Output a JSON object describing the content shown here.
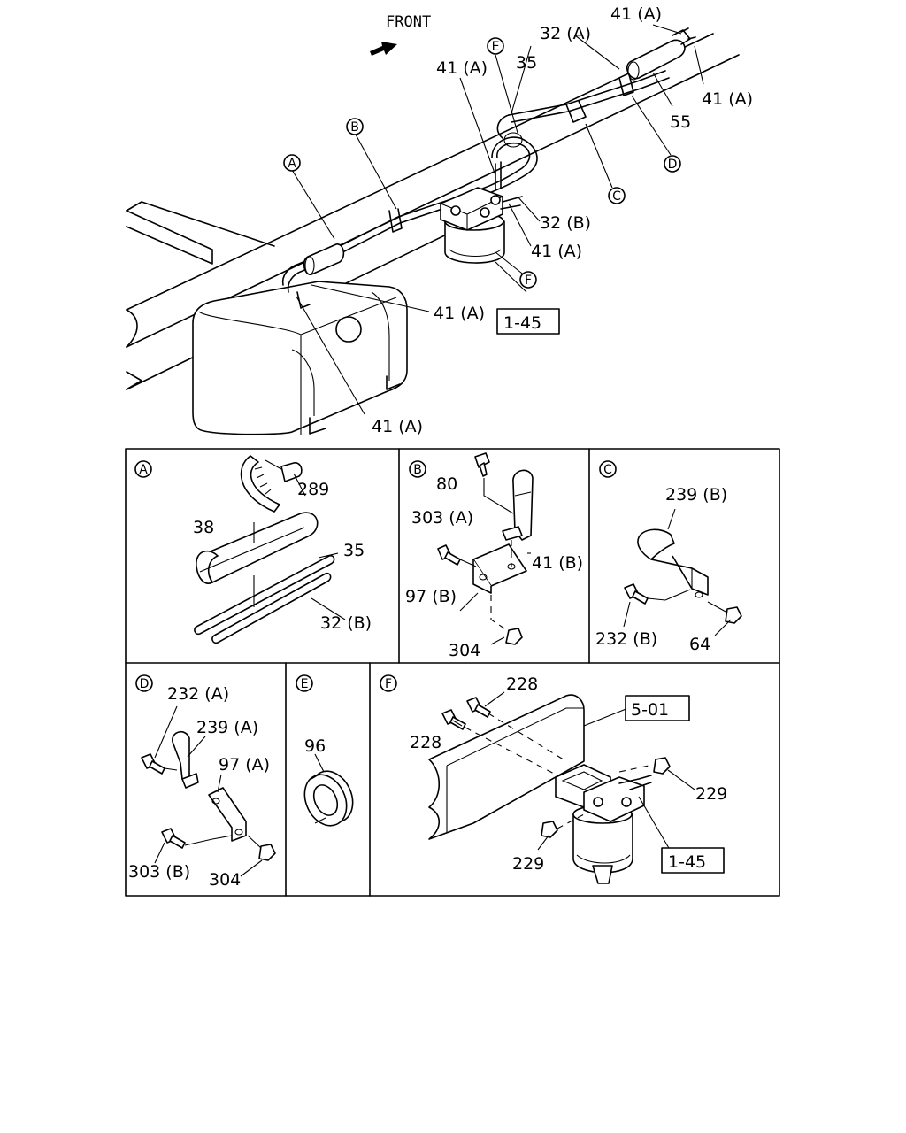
{
  "diagram": {
    "front_label": "FRONT",
    "main_callouts": {
      "c41a_top": "41 (A)",
      "c32a": "32 (A)",
      "c35": "35",
      "c41a_mid": "41 (A)",
      "c41a_right": "41 (A)",
      "c55": "55",
      "c32b": "32 (B)",
      "c41a_filter": "41 (A)",
      "c41a_left": "41 (A)",
      "c41a_bottom": "41 (A)",
      "ref_1_45": "1-45"
    },
    "markers": {
      "A": "A",
      "B": "B",
      "C": "C",
      "D": "D",
      "E": "E",
      "F": "F"
    },
    "detail_A": {
      "c289": "289",
      "c38": "38",
      "c35": "35",
      "c32b": "32 (B)"
    },
    "detail_B": {
      "c80": "80",
      "c303a": "303 (A)",
      "c41b": "41 (B)",
      "c97b": "97 (B)",
      "c304": "304"
    },
    "detail_C": {
      "c239b": "239 (B)",
      "c232b": "232 (B)",
      "c64": "64"
    },
    "detail_D": {
      "c232a": "232 (A)",
      "c239a": "239 (A)",
      "c97a": "97 (A)",
      "c303b": "303 (B)",
      "c304": "304"
    },
    "detail_E": {
      "c96": "96"
    },
    "detail_F": {
      "c228_top": "228",
      "c228_left": "228",
      "ref_5_01": "5-01",
      "c229_right": "229",
      "c229_bottom": "229",
      "ref_1_45": "1-45"
    }
  }
}
